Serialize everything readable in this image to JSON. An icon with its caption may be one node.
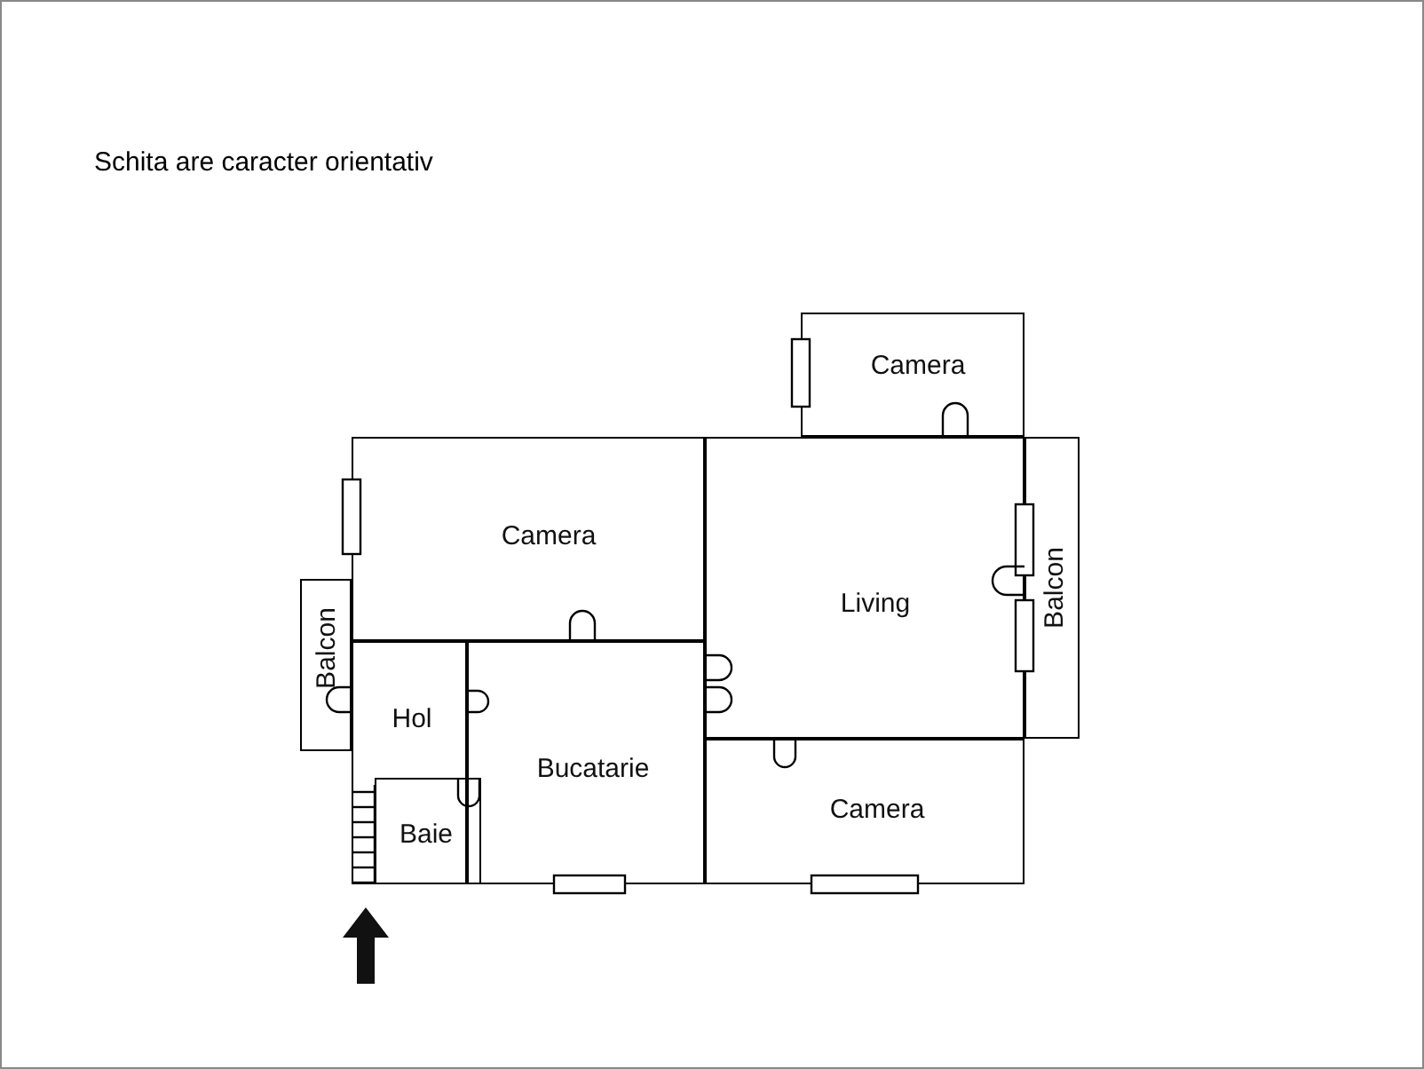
{
  "diagram": {
    "nodes": [
      {
        "text": [
          "Camera"
        ]
      },
      {
        "text": [
          "Camera"
        ]
      },
      {
        "text": [
          "Living"
        ]
      },
      {
        "text": [
          "Balcon"
        ]
      },
      {
        "text": [
          "Balcon"
        ]
      },
      {
        "text": [
          "Hol"
        ]
      },
      {
        "text": [
          "Bucatarie"
        ]
      },
      {
        "text": [
          "Baie"
        ]
      },
      {
        "text": [
          "Camera"
        ]
      }
    ],
    "labels": [
      "Schita are caracter orientativ"
    ]
  }
}
